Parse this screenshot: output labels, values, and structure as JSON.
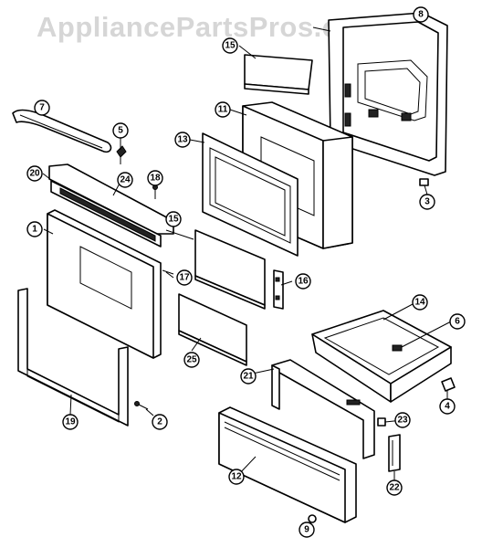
{
  "watermark": "AppliancePartsPros.com",
  "callouts": {
    "p1": "1",
    "p2": "2",
    "p3": "3",
    "p4": "4",
    "p5": "5",
    "p6": "6",
    "p7": "7",
    "p8": "8",
    "p9": "9",
    "p11": "11",
    "p12": "12",
    "p13": "13",
    "p14": "14",
    "p15a": "15",
    "p15b": "15",
    "p16": "16",
    "p17": "17",
    "p18": "18",
    "p19": "19",
    "p20": "20",
    "p21": "21",
    "p22": "22",
    "p23": "23",
    "p24": "24",
    "p25": "25"
  }
}
